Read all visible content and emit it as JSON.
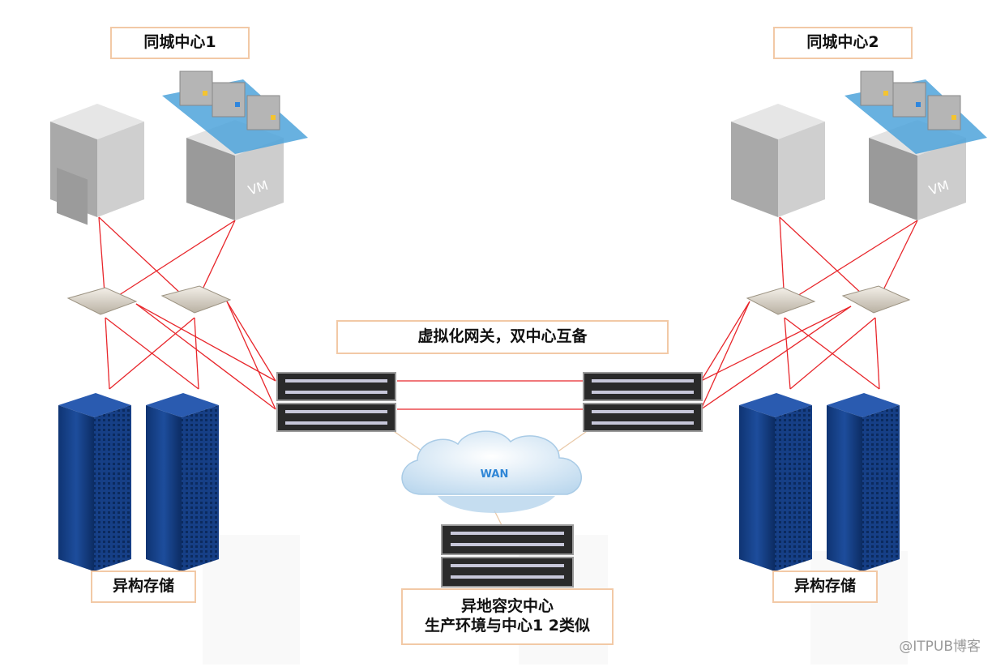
{
  "labels": {
    "center1": "同城中心1",
    "center2": "同城中心2",
    "gateway": "虚拟化网关，双中心互备",
    "storage_left": "异构存储",
    "storage_right": "异构存储",
    "remote_line1": "异地容灾中心",
    "remote_line2": "生产环境与中心1 2类似",
    "wan": "WAN",
    "vm_left": "VM",
    "vm_right": "VM"
  },
  "watermark": "@ITPUB博客",
  "colors": {
    "link": "#e8262b",
    "label_border": "#f2c9a6",
    "rack_blue": "#17418a",
    "server_gray": "#8f8f8f",
    "cloud": "#cfe3f3"
  }
}
